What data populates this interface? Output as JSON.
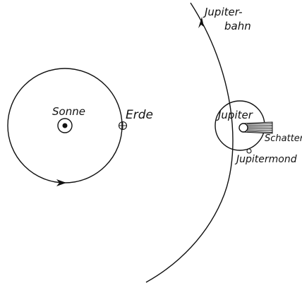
{
  "labels": {
    "jupiter_orbit_line1": "Jupiter-",
    "jupiter_orbit_line2": "bahn",
    "sun": "Sonne",
    "earth": "Erde",
    "jupiter": "Jupiter",
    "shadow": "Schatten",
    "jupiter_moon": "Jupitermond"
  },
  "colors": {
    "ink": "#111111",
    "background": "#ffffff"
  },
  "icons": {
    "orbit_direction": "arrowhead-icon"
  }
}
